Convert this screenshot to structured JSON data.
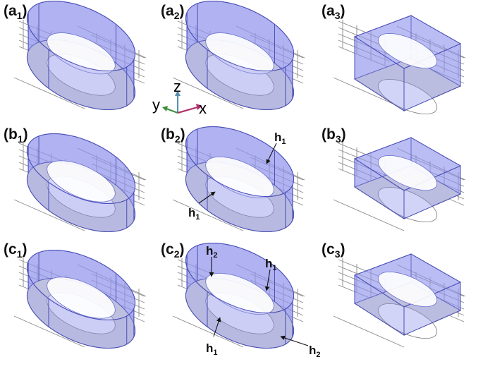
{
  "panels": [
    {
      "id": "a1",
      "letter": "a",
      "index": "1"
    },
    {
      "id": "a2",
      "letter": "a",
      "index": "2"
    },
    {
      "id": "a3",
      "letter": "a",
      "index": "3"
    },
    {
      "id": "b1",
      "letter": "b",
      "index": "1"
    },
    {
      "id": "b2",
      "letter": "b",
      "index": "2"
    },
    {
      "id": "b3",
      "letter": "b",
      "index": "3"
    },
    {
      "id": "c1",
      "letter": "c",
      "index": "1"
    },
    {
      "id": "c2",
      "letter": "c",
      "index": "2"
    },
    {
      "id": "c3",
      "letter": "c",
      "index": "3"
    }
  ],
  "axes": {
    "x": "x",
    "y": "y",
    "z": "z"
  },
  "annotations": {
    "b2_h1_top": {
      "base": "h",
      "sub": "1"
    },
    "b2_h1_bottom": {
      "base": "h",
      "sub": "1"
    },
    "c2_h2_top": {
      "base": "h",
      "sub": "2"
    },
    "c2_h1_right": {
      "base": "h",
      "sub": "1"
    },
    "c2_h1_bottom": {
      "base": "h",
      "sub": "1"
    },
    "c2_h2_bottom": {
      "base": "h",
      "sub": "2"
    }
  },
  "colors": {
    "shell": "#8f93ec",
    "shell_edge": "#4a4fb8",
    "floor": "#d9d9d9",
    "grid": "#8a8a8a",
    "axis_x": "#b0306a",
    "axis_y": "#3f8f3f",
    "axis_z": "#5a8fb0"
  }
}
